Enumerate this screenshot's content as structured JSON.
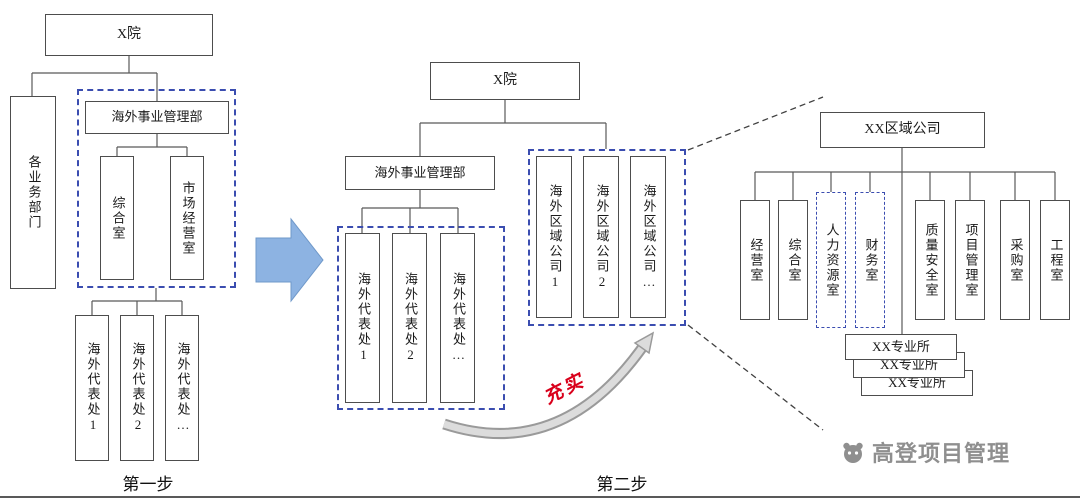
{
  "step1": {
    "root": "X院",
    "depts": "各业务部门",
    "mgmt": "海外事业管理部",
    "offices": [
      "综合室",
      "市场经营室"
    ],
    "reps": [
      "海外代表处1",
      "海外代表处2",
      "海外代表处…"
    ],
    "caption": "第一步"
  },
  "step2": {
    "root": "X院",
    "mgmt": "海外事业管理部",
    "reps": [
      "海外代表处1",
      "海外代表处2",
      "海外代表处…"
    ],
    "regions": [
      "海外区域公司1",
      "海外区域公司2",
      "海外区域公司…"
    ],
    "transfer_label": "充实",
    "caption": "第二步"
  },
  "detail": {
    "company": "XX区域公司",
    "offices": [
      "经营室",
      "综合室",
      "人力资源室",
      "财务室",
      "质量安全室",
      "项目管理室",
      "采购室",
      "工程室"
    ],
    "institutes": [
      "XX专业所",
      "XX专业所",
      "XX专业所"
    ]
  },
  "watermark": {
    "text": "高登项目管理"
  },
  "colors": {
    "box_border": "#4d4d4d",
    "dashed_border": "#3b4db0",
    "arrow_blue": "#8db3e2",
    "transfer_red": "#d9001b",
    "watermark_gray": "#8f8f8f",
    "line": "#595959"
  }
}
